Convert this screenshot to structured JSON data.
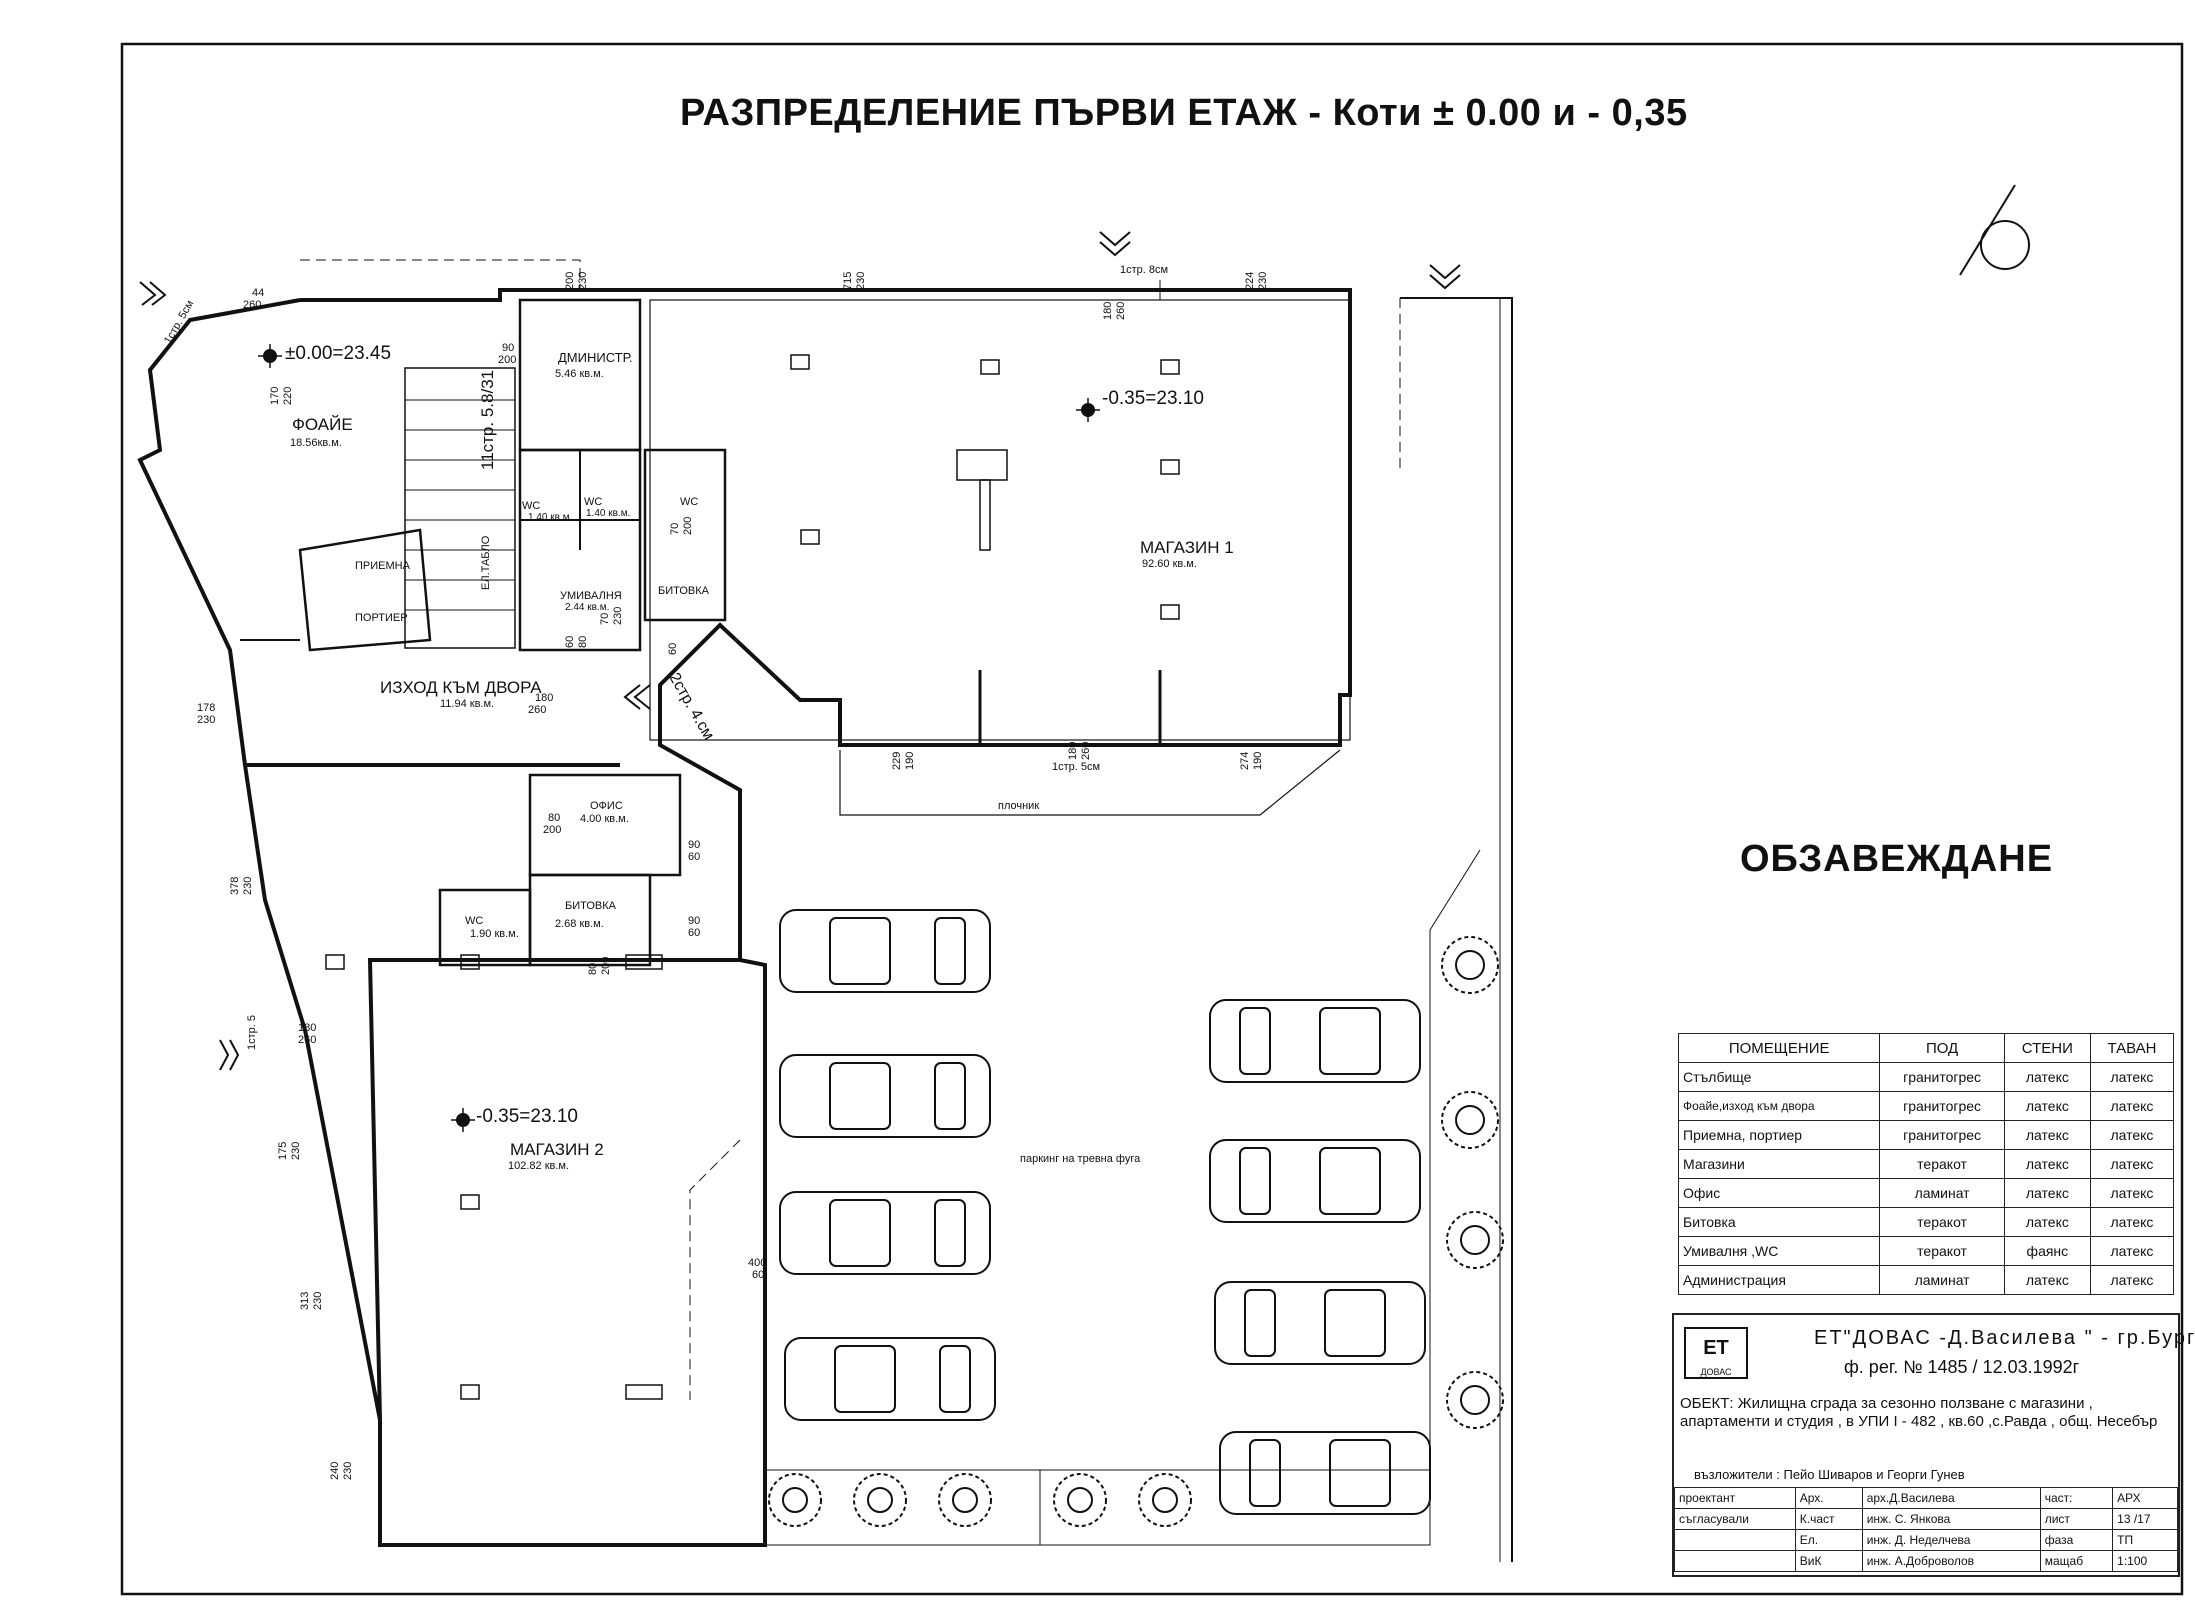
{
  "title": "РАЗПРЕДЕЛЕНИЕ ПЪРВИ  ЕТАЖ   -   Коти  ± 0.00  и  - 0,35",
  "subtitle": "ОБЗАВЕЖДАНЕ",
  "rooms": {
    "foyer": {
      "name": "ФОАЙЕ",
      "area": "18.56кв.м."
    },
    "admin": {
      "name": "ДМИНИСТР.",
      "area": "5.46 кв.м."
    },
    "reception": {
      "name": "ПРИЕМНА",
      "porter": "ПОРТИЕР"
    },
    "el_panel": "ЕЛ.ТАБЛО",
    "washroom": {
      "name": "УМИВАЛНЯ",
      "area": "2.44 кв.м."
    },
    "wc1": {
      "name": "WC",
      "area": "1.40 кв.м."
    },
    "wc2": {
      "name": "WC",
      "area": "1.40 кв.м."
    },
    "wc3": {
      "name": "WC"
    },
    "storage1": {
      "name": "БИТОВКА"
    },
    "exit_yard": {
      "name": "ИЗХОД КЪМ ДВОРА",
      "area": "11.94 кв.м."
    },
    "shop1": {
      "name": "МАГАЗИН 1",
      "area": "92.60 кв.м."
    },
    "shop2": {
      "name": "МАГАЗИН 2",
      "area": "102.82 кв.м."
    },
    "office": {
      "name": "ОФИС",
      "area": "4.00 кв.м."
    },
    "storage2": {
      "name": "БИТОВКА",
      "area": "2.68 кв.м."
    },
    "wc4": {
      "name": "WC",
      "area": "1.90 кв.м."
    }
  },
  "levels": {
    "foyer": "±0.00=23.45",
    "shop1": "-0.35=23.10",
    "shop2": "-0.35=23.10"
  },
  "misc": {
    "paving": "плочник",
    "parking": "паркинг на тревна фуга",
    "stair1": "11стр. 5.8/31",
    "ramp": "2стр. 4.см",
    "ramp1": "1стр. 8см",
    "ramp2": "1стр. 5см",
    "ramp3": "1стр. 5см",
    "ramp4": "1стр. 5"
  },
  "dims": [
    "200",
    "230",
    "715",
    "230",
    "180",
    "260",
    "224",
    "230",
    "90",
    "200",
    "70",
    "200",
    "60",
    "80",
    "70",
    "230",
    "60",
    "180",
    "260",
    "178",
    "230",
    "229",
    "190",
    "180",
    "260",
    "274",
    "190",
    "80",
    "200",
    "90",
    "60",
    "90",
    "60",
    "80",
    "200",
    "378",
    "230",
    "180",
    "260",
    "175",
    "230",
    "313",
    "230",
    "240",
    "230",
    "400",
    "60",
    "44",
    "260",
    "170",
    "220"
  ],
  "finishes": {
    "headers": [
      "ПОМЕЩЕНИЕ",
      "ПОД",
      "СТЕНИ",
      "ТАВАН"
    ],
    "rows": [
      [
        "Стълбище",
        "гранитогрес",
        "латекс",
        "латекс"
      ],
      [
        "Фоайе,изход към двора",
        "гранитогрес",
        "латекс",
        "латекс"
      ],
      [
        "Приемна, портиер",
        "гранитогрес",
        "латекс",
        "латекс"
      ],
      [
        "Магазини",
        "теракот",
        "латекс",
        "латекс"
      ],
      [
        "Офис",
        "ламинат",
        "латекс",
        "латекс"
      ],
      [
        "Битовка",
        "теракот",
        "латекс",
        "латекс"
      ],
      [
        "Умивалня ,WC",
        "теракот",
        "фаянс",
        "латекс"
      ],
      [
        "Администрация",
        "ламинат",
        "латекс",
        "латекс"
      ]
    ]
  },
  "titleblock": {
    "logo": "ЕТ",
    "logo_sub": "ДОВАС",
    "firm": "ЕТ\"ДОВАС -Д.Василева \"  - гр.Бургас",
    "reg": "ф. рег. № 1485 / 12.03.1992г",
    "object": "ОБЕКТ:  Жилищна сграда за сезонно ползване с магазини , апартаменти и студия , в УПИ I - 482 , кв.60 ,с.Равда , общ. Несебър",
    "investors": "възложители :  Пейо Шиваров и Георги Гунев",
    "rows": [
      [
        "проектант",
        "Арх.",
        "арх.Д.Василева",
        "част:",
        "АРХ"
      ],
      [
        "съгласували",
        "К.част",
        "инж. С. Янкова",
        "лист",
        "13 /17"
      ],
      [
        "",
        "Ел.",
        "инж. Д. Неделчева",
        "фаза",
        "ТП"
      ],
      [
        "",
        "ВиК",
        "инж. А.Доброволов",
        "мащаб",
        "1:100"
      ]
    ]
  }
}
